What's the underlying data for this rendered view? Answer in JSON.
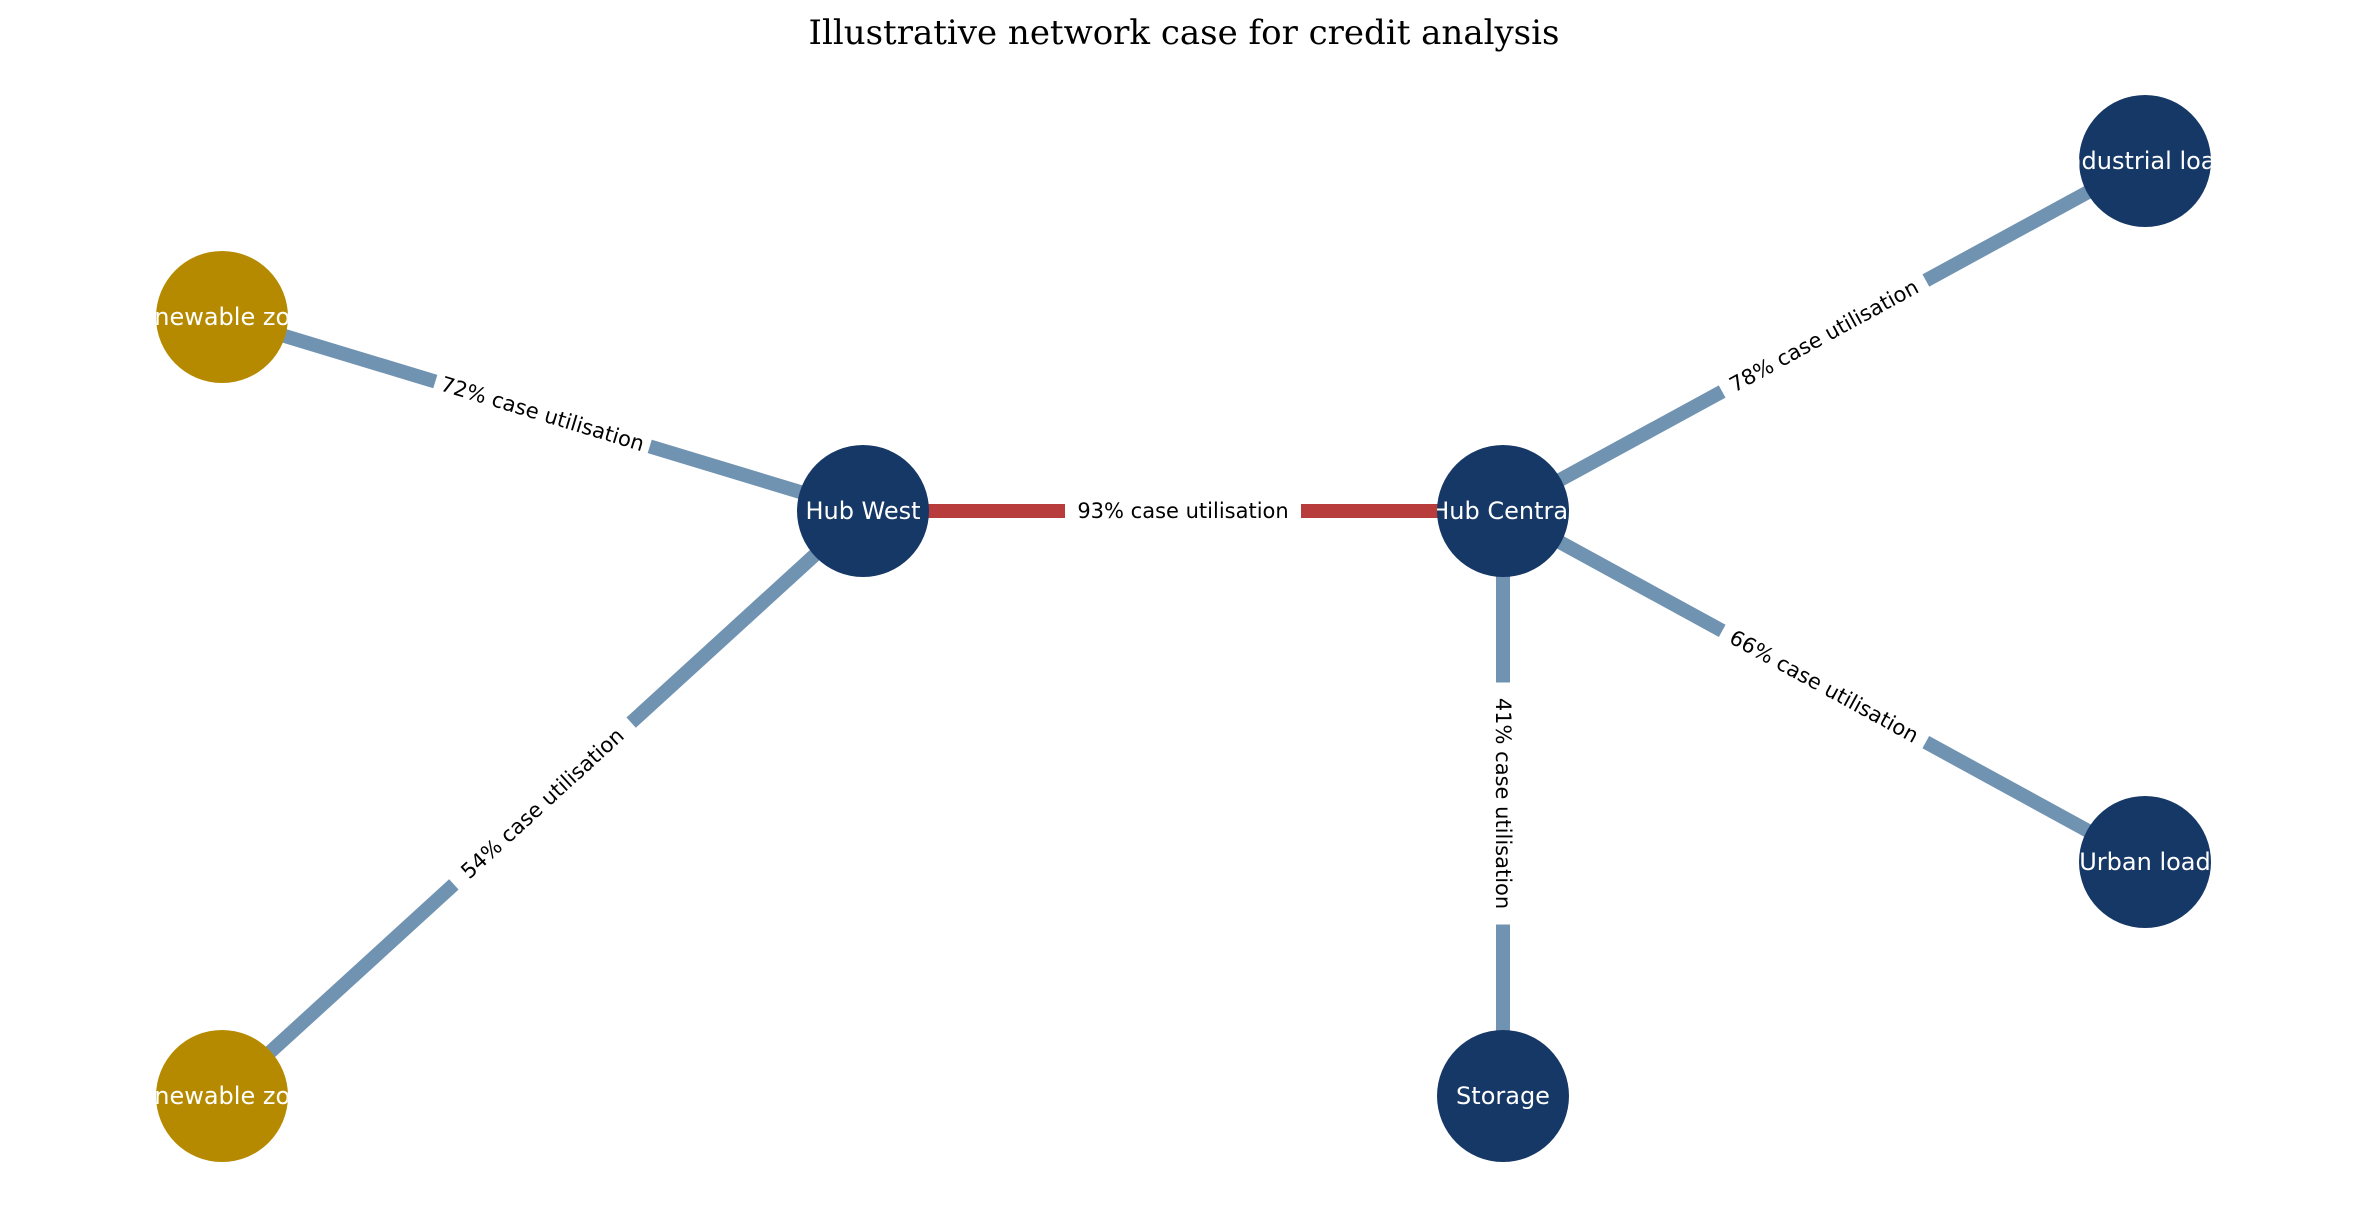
{
  "title": "Illustrative network case for credit analysis",
  "colors": {
    "hub_node": "#163866",
    "renewable_node": "#b68a00",
    "edge_normal": "#7193b2",
    "edge_high": "#b83c3c",
    "label_bg": "#ffffff"
  },
  "nodes": [
    {
      "id": "hub_west",
      "label": "Hub West",
      "kind": "hub"
    },
    {
      "id": "hub_central",
      "label": "Hub Central",
      "kind": "hub"
    },
    {
      "id": "industrial",
      "label": "Industrial load",
      "kind": "hub"
    },
    {
      "id": "urban",
      "label": "Urban load",
      "kind": "hub"
    },
    {
      "id": "storage",
      "label": "Storage",
      "kind": "hub"
    },
    {
      "id": "renew_n",
      "label": "Renewable zone",
      "kind": "renewable"
    },
    {
      "id": "renew_s",
      "label": "Renewable zone",
      "kind": "renewable"
    }
  ],
  "edges": [
    {
      "from": "renew_n",
      "to": "hub_west",
      "label": "72% case utilisation",
      "utilisation": 72
    },
    {
      "from": "renew_s",
      "to": "hub_west",
      "label": "54% case utilisation",
      "utilisation": 54
    },
    {
      "from": "hub_west",
      "to": "hub_central",
      "label": "93% case utilisation",
      "utilisation": 93
    },
    {
      "from": "hub_central",
      "to": "industrial",
      "label": "78% case utilisation",
      "utilisation": 78
    },
    {
      "from": "hub_central",
      "to": "urban",
      "label": "66% case utilisation",
      "utilisation": 66
    },
    {
      "from": "hub_central",
      "to": "storage",
      "label": "41% case utilisation",
      "utilisation": 41
    }
  ]
}
